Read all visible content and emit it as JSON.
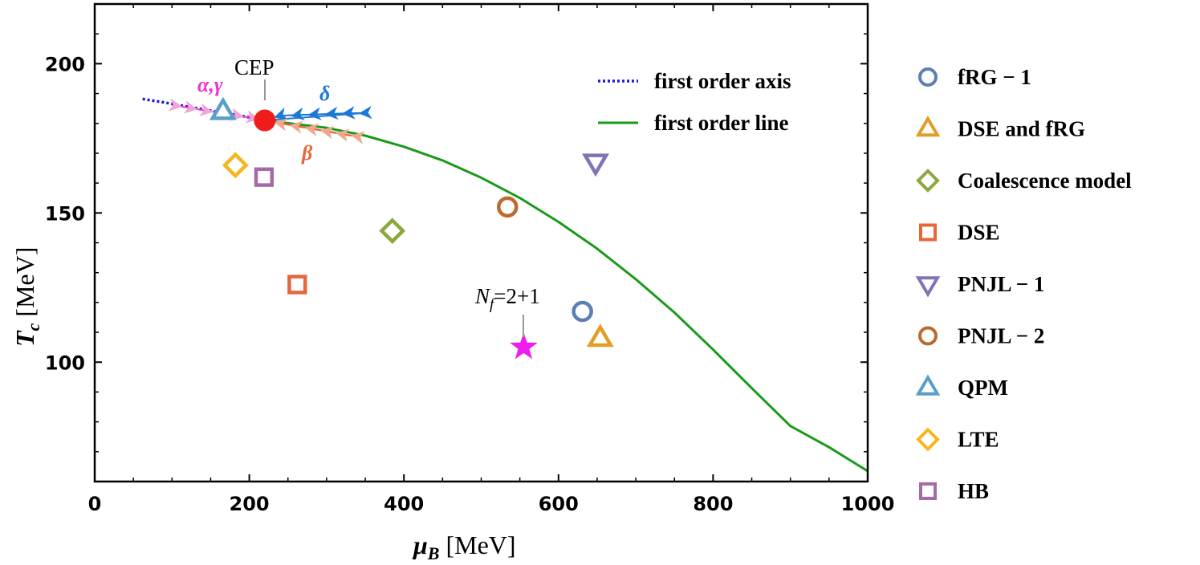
{
  "chart_data": {
    "type": "scatter",
    "xlabel": {
      "symbol": "μ",
      "sub": "B",
      "unit": " [MeV]"
    },
    "ylabel": {
      "symbol": "T",
      "sub": "c",
      "unit": " [MeV]"
    },
    "xlim": [
      0,
      1000
    ],
    "ylim": [
      60,
      220
    ],
    "xticks": [
      0,
      200,
      400,
      600,
      800,
      1000
    ],
    "yticks": [
      100,
      150,
      200
    ],
    "grid": false,
    "lines": [
      {
        "name": "first order axis",
        "style": "dotted",
        "color": "#1a1adb",
        "x": [
          62,
          90,
          120,
          150,
          180,
          200,
          220
        ],
        "y": [
          188.2,
          187.0,
          185.6,
          184.3,
          183.0,
          182.0,
          181.0
        ]
      },
      {
        "name": "first order line",
        "style": "solid",
        "color": "#1a9a1a",
        "x": [
          220,
          300,
          350,
          400,
          450,
          500,
          550,
          600,
          650,
          700,
          750,
          800,
          850,
          900,
          950,
          1000
        ],
        "y": [
          181.0,
          178.5,
          175.9,
          172.2,
          167.6,
          161.8,
          155.0,
          147.0,
          138.0,
          127.8,
          116.6,
          104.2,
          91.3,
          78.6,
          71.5,
          63.5
        ]
      }
    ],
    "series": [
      {
        "name": "fRG − 1",
        "marker": "circle",
        "color": "#5b80b4",
        "x": [
          631
        ],
        "y": [
          117
        ]
      },
      {
        "name": "DSE and fRG",
        "marker": "triangle-up",
        "color": "#e29d27",
        "x": [
          654
        ],
        "y": [
          108
        ]
      },
      {
        "name": "Coalescence model",
        "marker": "diamond",
        "color": "#8ba73f",
        "x": [
          385
        ],
        "y": [
          144
        ]
      },
      {
        "name": "DSE",
        "marker": "square",
        "color": "#e8663b",
        "x": [
          262
        ],
        "y": [
          126
        ]
      },
      {
        "name": "PNJL − 1",
        "marker": "triangle-down",
        "color": "#8373b5",
        "x": [
          648
        ],
        "y": [
          167
        ]
      },
      {
        "name": "PNJL − 2",
        "marker": "circle",
        "color": "#bd6a2a",
        "x": [
          534
        ],
        "y": [
          152
        ]
      },
      {
        "name": "QPM",
        "marker": "triangle-up",
        "color": "#5b9ec9",
        "x": [
          166
        ],
        "y": [
          184
        ]
      },
      {
        "name": "LTE",
        "marker": "diamond",
        "color": "#f3b81c",
        "x": [
          182
        ],
        "y": [
          166
        ]
      },
      {
        "name": "HB",
        "marker": "square",
        "color": "#a56aa7",
        "x": [
          219
        ],
        "y": [
          162
        ]
      }
    ],
    "special_points": [
      {
        "name": "CEP",
        "marker": "filled-circle",
        "color": "#f01c1c",
        "x": 220,
        "y": 181
      },
      {
        "name": "Nf=2+1",
        "marker": "star",
        "color": "#ee1cee",
        "x": 555,
        "y": 105
      }
    ],
    "arrow_groups": [
      {
        "label": "α,γ",
        "color": "#ea34d4",
        "fill": "#f3a4d6",
        "x": [
          105,
          125,
          145,
          165,
          185,
          205
        ],
        "y": [
          185.9,
          185.1,
          184.2,
          183.4,
          182.6,
          181.8
        ]
      },
      {
        "label": "δ",
        "color": "#1a78d8",
        "fill": "#1a78d8",
        "x": [
          240,
          262,
          284,
          306,
          328,
          350
        ],
        "y": [
          182.6,
          182.8,
          183.0,
          183.2,
          183.4,
          183.5
        ]
      },
      {
        "label": "β",
        "color": "#e8663b",
        "fill": "#f0a78c",
        "x": [
          240,
          260,
          280,
          300,
          320,
          340
        ],
        "y": [
          180.0,
          179.1,
          178.2,
          177.3,
          176.4,
          175.6
        ]
      }
    ],
    "annotations": {
      "cep_label": "CEP",
      "nf_label": {
        "base": "N",
        "sub": "f",
        "rest": "=2+1"
      },
      "alpha_gamma": "α,γ",
      "delta": "δ",
      "beta": "β"
    },
    "inner_legend": [
      {
        "label": "first order axis",
        "style": "dotted",
        "color": "#1a1adb"
      },
      {
        "label": "first order line",
        "style": "solid",
        "color": "#1a9a1a"
      }
    ],
    "legend_position": "right"
  }
}
